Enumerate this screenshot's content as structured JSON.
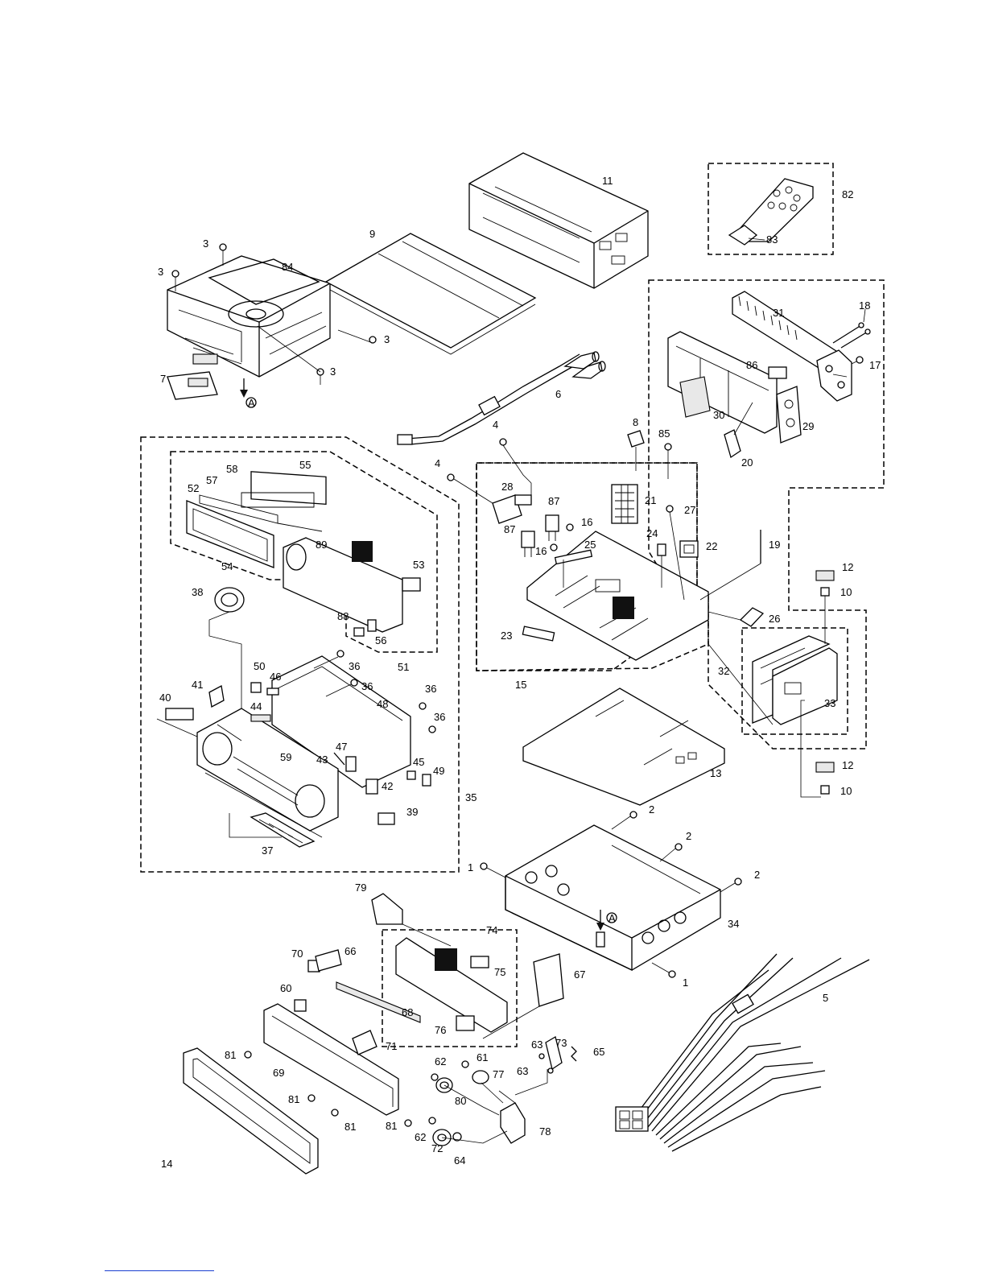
{
  "callouts": [
    {
      "id": "c3a",
      "text": "3"
    },
    {
      "id": "c3b",
      "text": "3"
    },
    {
      "id": "c3c",
      "text": "3"
    },
    {
      "id": "c3d",
      "text": "3"
    },
    {
      "id": "c84",
      "text": "84"
    },
    {
      "id": "c9",
      "text": "9"
    },
    {
      "id": "c11",
      "text": "11"
    },
    {
      "id": "c82",
      "text": "82"
    },
    {
      "id": "c83",
      "text": "83"
    },
    {
      "id": "c7",
      "text": "7"
    },
    {
      "id": "cA1",
      "text": "A"
    },
    {
      "id": "c6",
      "text": "6"
    },
    {
      "id": "c31",
      "text": "31"
    },
    {
      "id": "c18",
      "text": "18"
    },
    {
      "id": "c17",
      "text": "17"
    },
    {
      "id": "c86",
      "text": "86"
    },
    {
      "id": "c30",
      "text": "30"
    },
    {
      "id": "c29",
      "text": "29"
    },
    {
      "id": "c20",
      "text": "20"
    },
    {
      "id": "c85",
      "text": "85"
    },
    {
      "id": "c8",
      "text": "8"
    },
    {
      "id": "c4a",
      "text": "4"
    },
    {
      "id": "c4b",
      "text": "4"
    },
    {
      "id": "c28",
      "text": "28"
    },
    {
      "id": "c87a",
      "text": "87"
    },
    {
      "id": "c87b",
      "text": "87"
    },
    {
      "id": "c16a",
      "text": "16"
    },
    {
      "id": "c16b",
      "text": "16"
    },
    {
      "id": "c21",
      "text": "21"
    },
    {
      "id": "c27",
      "text": "27"
    },
    {
      "id": "c24",
      "text": "24"
    },
    {
      "id": "c22",
      "text": "22"
    },
    {
      "id": "c19",
      "text": "19"
    },
    {
      "id": "c25",
      "text": "25"
    },
    {
      "id": "c26",
      "text": "26"
    },
    {
      "id": "c23",
      "text": "23"
    },
    {
      "id": "c15",
      "text": "15"
    },
    {
      "id": "c12a",
      "text": "12"
    },
    {
      "id": "c10a",
      "text": "10"
    },
    {
      "id": "c32",
      "text": "32"
    },
    {
      "id": "c33",
      "text": "33"
    },
    {
      "id": "c13",
      "text": "13"
    },
    {
      "id": "c12b",
      "text": "12"
    },
    {
      "id": "c10b",
      "text": "10"
    },
    {
      "id": "c55",
      "text": "55"
    },
    {
      "id": "c58",
      "text": "58"
    },
    {
      "id": "c57",
      "text": "57"
    },
    {
      "id": "c52",
      "text": "52"
    },
    {
      "id": "c89",
      "text": "89"
    },
    {
      "id": "c54",
      "text": "54"
    },
    {
      "id": "c53",
      "text": "53"
    },
    {
      "id": "c38",
      "text": "38"
    },
    {
      "id": "c88",
      "text": "88"
    },
    {
      "id": "c56",
      "text": "56"
    },
    {
      "id": "c51",
      "text": "51"
    },
    {
      "id": "c50",
      "text": "50"
    },
    {
      "id": "c36a",
      "text": "36"
    },
    {
      "id": "c36b",
      "text": "36"
    },
    {
      "id": "c36c",
      "text": "36"
    },
    {
      "id": "c36d",
      "text": "36"
    },
    {
      "id": "c46",
      "text": "46"
    },
    {
      "id": "c41",
      "text": "41"
    },
    {
      "id": "c40",
      "text": "40"
    },
    {
      "id": "c48",
      "text": "48"
    },
    {
      "id": "c44",
      "text": "44"
    },
    {
      "id": "c47",
      "text": "47"
    },
    {
      "id": "c59",
      "text": "59"
    },
    {
      "id": "c43",
      "text": "43"
    },
    {
      "id": "c45",
      "text": "45"
    },
    {
      "id": "c49",
      "text": "49"
    },
    {
      "id": "c42",
      "text": "42"
    },
    {
      "id": "c39",
      "text": "39"
    },
    {
      "id": "c35",
      "text": "35"
    },
    {
      "id": "c37",
      "text": "37"
    },
    {
      "id": "c2a",
      "text": "2"
    },
    {
      "id": "c2b",
      "text": "2"
    },
    {
      "id": "c2c",
      "text": "2"
    },
    {
      "id": "c1a",
      "text": "1"
    },
    {
      "id": "c1b",
      "text": "1"
    },
    {
      "id": "cA2",
      "text": "A"
    },
    {
      "id": "c34",
      "text": "34"
    },
    {
      "id": "c79",
      "text": "79"
    },
    {
      "id": "c74",
      "text": "74"
    },
    {
      "id": "c75",
      "text": "75"
    },
    {
      "id": "c70",
      "text": "70"
    },
    {
      "id": "c66",
      "text": "66"
    },
    {
      "id": "c67",
      "text": "67"
    },
    {
      "id": "c60",
      "text": "60"
    },
    {
      "id": "c68",
      "text": "68"
    },
    {
      "id": "c76",
      "text": "76"
    },
    {
      "id": "c71",
      "text": "71"
    },
    {
      "id": "c81a",
      "text": "81"
    },
    {
      "id": "c69",
      "text": "69"
    },
    {
      "id": "c81b",
      "text": "81"
    },
    {
      "id": "c81c",
      "text": "81"
    },
    {
      "id": "c81d",
      "text": "81"
    },
    {
      "id": "c14",
      "text": "14"
    },
    {
      "id": "c61",
      "text": "61"
    },
    {
      "id": "c62a",
      "text": "62"
    },
    {
      "id": "c77",
      "text": "77"
    },
    {
      "id": "c63a",
      "text": "63"
    },
    {
      "id": "c63b",
      "text": "63"
    },
    {
      "id": "c73",
      "text": "73"
    },
    {
      "id": "c65",
      "text": "65"
    },
    {
      "id": "c80",
      "text": "80"
    },
    {
      "id": "c62b",
      "text": "62"
    },
    {
      "id": "c72",
      "text": "72"
    },
    {
      "id": "c64",
      "text": "64"
    },
    {
      "id": "c78",
      "text": "78"
    },
    {
      "id": "c5",
      "text": "5"
    }
  ]
}
